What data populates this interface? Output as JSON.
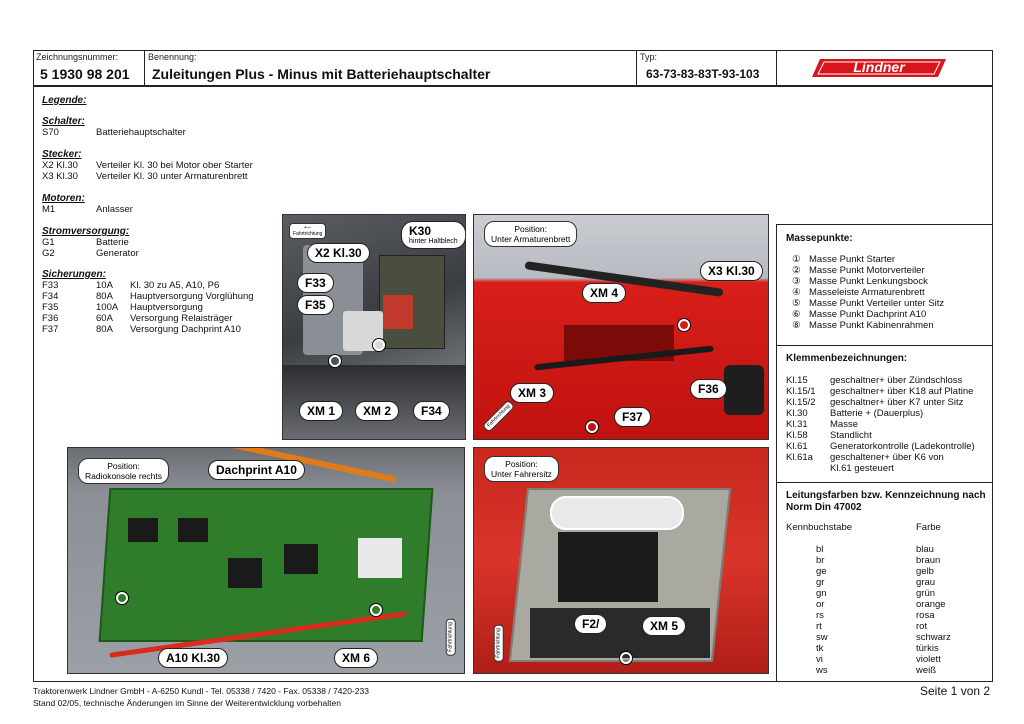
{
  "header": {
    "drawing_number_label": "Zeichnungsnummer:",
    "drawing_number": "5 1930 98 201",
    "designation_label": "Benennung:",
    "designation": "Zuleitungen Plus - Minus mit Batteriehauptschalter",
    "type_label": "Typ:",
    "type_value": "63-73-83-83T-93-103",
    "logo_text": "Lindner"
  },
  "legend": {
    "title": "Legende:",
    "groups": [
      {
        "heading": "Schalter:",
        "rows": [
          [
            "S70",
            "Batteriehauptschalter"
          ]
        ]
      },
      {
        "heading": "Stecker:",
        "rows": [
          [
            "X2 Kl.30",
            "Verteiler Kl. 30 bei Motor ober Starter"
          ],
          [
            "X3 Kl.30",
            "Verteiler Kl. 30 unter Armaturenbrett"
          ]
        ]
      },
      {
        "heading": "Motoren:",
        "rows": [
          [
            "M1",
            "Anlasser"
          ]
        ]
      },
      {
        "heading": "Stromversorgung:",
        "rows": [
          [
            "G1",
            "Batterie"
          ],
          [
            "G2",
            "Generator"
          ]
        ]
      }
    ],
    "fuses_heading": "Sicherungen:",
    "fuses": [
      {
        "id": "F33",
        "amp": "10A",
        "desc": "Kl. 30 zu A5, A10, P6"
      },
      {
        "id": "F34",
        "amp": "80A",
        "desc": "Hauptversorgung Vorglühung"
      },
      {
        "id": "F35",
        "amp": "100A",
        "desc": "Hauptversorgung"
      },
      {
        "id": "F36",
        "amp": "60A",
        "desc": "Versorgung Relaisträger"
      },
      {
        "id": "F37",
        "amp": "80A",
        "desc": "Versorgung Dachprint A10"
      }
    ]
  },
  "photos": {
    "p1": {
      "dir": "Fahrtrichtung",
      "k30": "K30",
      "k30_sub": "hinter Haltblech",
      "x2": "X2 Kl.30",
      "f33": "F33",
      "f35": "F35",
      "xm1": "XM 1",
      "xm2": "XM 2",
      "f34": "F34"
    },
    "p2": {
      "pos": "Position:",
      "pos2": "Unter Armaturenbrett",
      "xm4": "XM 4",
      "x3": "X3 Kl.30",
      "xm3": "XM 3",
      "f36": "F36",
      "f37": "F37",
      "dir": "Fahrtrichtung"
    },
    "p3": {
      "pos": "Position:",
      "pos2": "Radiokonsole rechts",
      "dachprint": "Dachprint A10",
      "a10": "A10 Kl.30",
      "xm6": "XM 6",
      "dir": "Fahrtrichtung"
    },
    "p4": {
      "pos": "Position:",
      "pos2": "Unter Fahrersitz",
      "f2": "F2/",
      "xm5": "XM 5",
      "dir": "Fahrtrichtung"
    }
  },
  "masse": {
    "heading": "Massepunkte:",
    "items": [
      {
        "n": "①",
        "t": "Masse Punkt Starter"
      },
      {
        "n": "②",
        "t": "Masse Punkt Motorverteiler"
      },
      {
        "n": "③",
        "t": "Masse Punkt Lenkungsbock"
      },
      {
        "n": "④",
        "t": "Masseleiste Armaturenbrett"
      },
      {
        "n": "⑤",
        "t": "Masse Punkt Verteiler unter Sitz"
      },
      {
        "n": "⑥",
        "t": "Masse Punkt Dachprint A10"
      },
      {
        "n": "⑧",
        "t": "Masse Punkt Kabinenrahmen"
      }
    ]
  },
  "klemmen": {
    "heading": "Klemmenbezeichnungen:",
    "items": [
      {
        "k": "Kl.15",
        "t": "geschaltner+ über Zündschloss"
      },
      {
        "k": "Kl.15/1",
        "t": "geschaltner+ über K18 auf Platine"
      },
      {
        "k": "Kl.15/2",
        "t": "geschaltner+ über K7 unter Sitz"
      },
      {
        "k": "Kl.30",
        "t": "Batterie + (Dauerplus)"
      },
      {
        "k": "Kl.31",
        "t": "Masse"
      },
      {
        "k": "Kl.58",
        "t": "Standlicht"
      },
      {
        "k": "Kl.61",
        "t": "Generatorkontrolle (Ladekontrolle)"
      },
      {
        "k": "Kl.61a",
        "t": "geschaltener+ über K6 von"
      },
      {
        "k": "",
        "t": "Kl.61 gesteuert"
      }
    ]
  },
  "colors": {
    "heading": "Leitungsfarben bzw. Kennzeichnung nach Norm Din 47002",
    "col1": "Kennbuchstabe",
    "col2": "Farbe",
    "items": [
      [
        "bl",
        "blau"
      ],
      [
        "br",
        "braun"
      ],
      [
        "ge",
        "gelb"
      ],
      [
        "gr",
        "grau"
      ],
      [
        "gn",
        "grün"
      ],
      [
        "or",
        "orange"
      ],
      [
        "rs",
        "rosa"
      ],
      [
        "rt",
        "rot"
      ],
      [
        "sw",
        "schwarz"
      ],
      [
        "tk",
        "türkis"
      ],
      [
        "vi",
        "violett"
      ],
      [
        "ws",
        "weiß"
      ]
    ]
  },
  "footer": {
    "company": "Traktorenwerk Lindner GmbH - A-6250 Kundl - Tel. 05338 / 7420 - Fax. 05338 / 7420-233",
    "stand": "Stand 02/05, technische Änderungen im Sinne der Weiterentwicklung vorbehalten",
    "page": "Seite 1 von 2"
  },
  "accent": {
    "red": "#d8141c",
    "board": "#2f7d2a"
  }
}
